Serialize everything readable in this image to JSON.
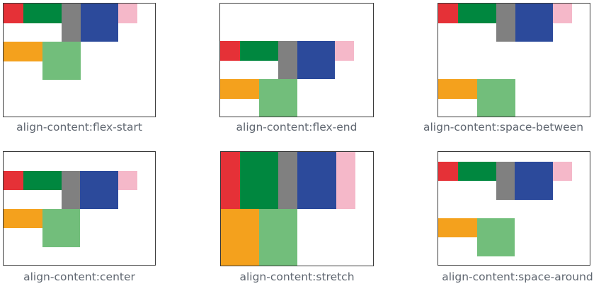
{
  "colors": {
    "red": "#e53137",
    "dark_green": "#00873f",
    "gray": "#808080",
    "blue": "#2c4a9b",
    "pink": "#f5b8c9",
    "orange": "#f4a11d",
    "light_green": "#72be7b",
    "border": "#3a3a3a",
    "caption": "#5f6670"
  },
  "diagrams": [
    {
      "caption": "align-content:flex-start"
    },
    {
      "caption": "align-content:flex-end"
    },
    {
      "caption": "align-content:space-between"
    },
    {
      "caption": "align-content:center"
    },
    {
      "caption": "align-content:stretch"
    },
    {
      "caption": "align-content:space-around"
    }
  ]
}
